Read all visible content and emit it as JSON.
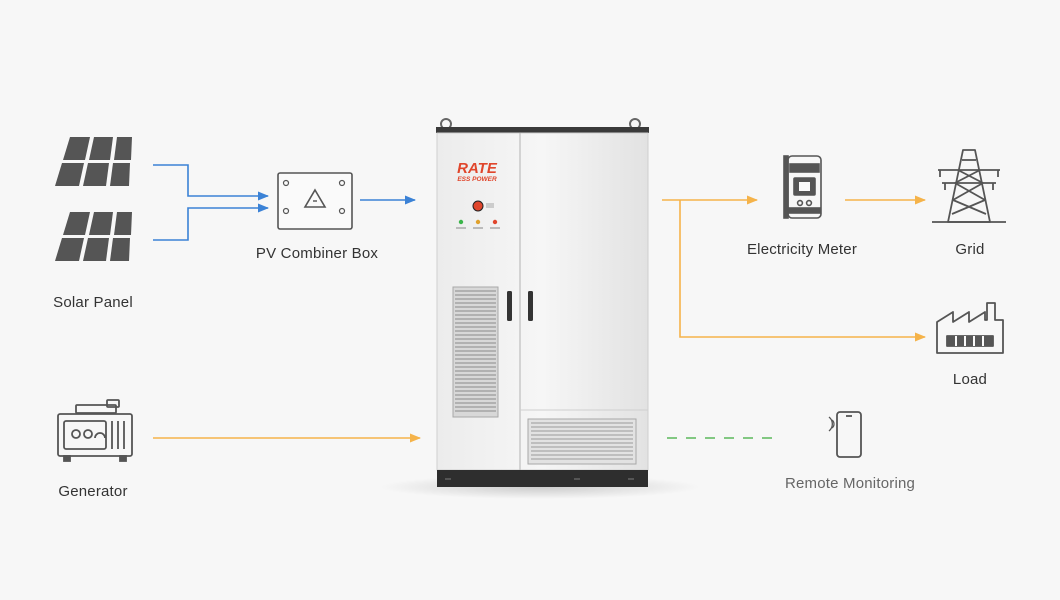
{
  "brand": {
    "logo_text": "RATE",
    "sub_text": "ESS POWER"
  },
  "labels": {
    "solar_panel": "Solar Panel",
    "pv_combiner_box": "PV Combiner Box",
    "generator": "Generator",
    "electricity_meter": "Electricity Meter",
    "grid": "Grid",
    "load": "Load",
    "remote_monitoring": "Remote Monitoring"
  },
  "colors": {
    "dc_line": "#3b82d6",
    "ac_line": "#f5b34a",
    "comm_line": "#5cb85c",
    "icon": "#555555",
    "label_dark": "#333333",
    "label_light": "#666666",
    "brand_red": "#e0462c"
  },
  "icons": [
    "solar-panel-icon",
    "pv-combiner-box-icon",
    "generator-icon",
    "electricity-meter-icon",
    "grid-tower-icon",
    "factory-load-icon",
    "smartphone-icon"
  ]
}
